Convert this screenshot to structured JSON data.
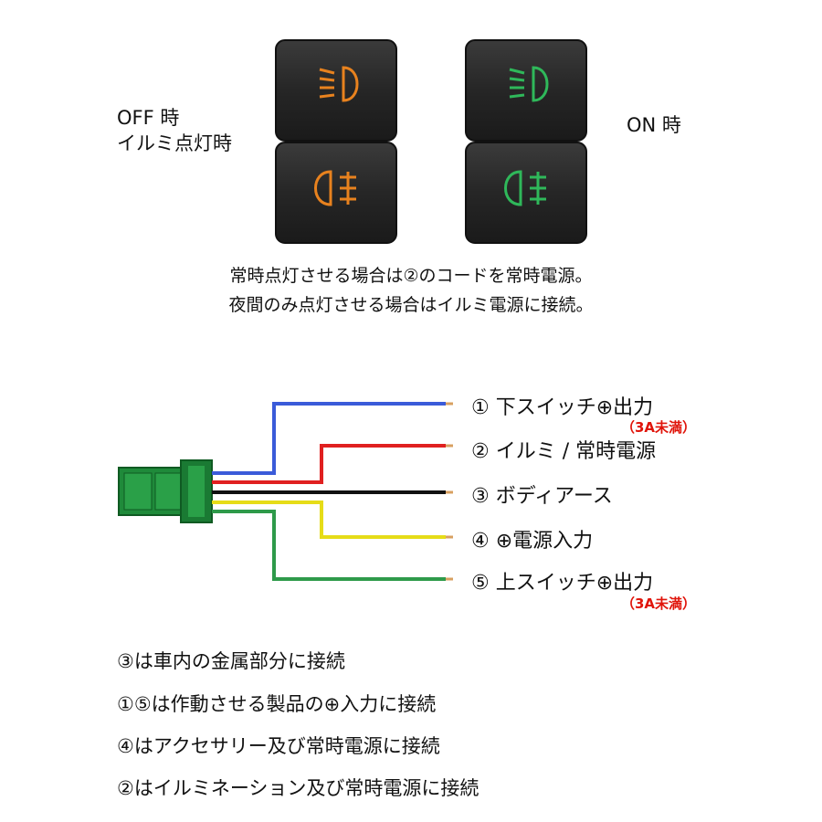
{
  "switch_panel": {
    "off_label_line1": "OFF 時",
    "off_label_line2": "イルミ点灯時",
    "on_label": "ON 時",
    "off_icon_color": "#e8821e",
    "on_icon_color": "#2fb85a",
    "icons": [
      "fog-light-icon",
      "rear-fog-light-icon"
    ]
  },
  "notes": {
    "line1": "常時点灯させる場合は②のコードを常時電源。",
    "line2": "夜間のみ点灯させる場合はイルミ電源に接続。"
  },
  "wiring": {
    "connector_color": "#1f8a3a",
    "wires": [
      {
        "label": "① 下スイッチ⊕出力",
        "sub": "（3A未満）",
        "color": "#3a5bd9"
      },
      {
        "label": "② イルミ / 常時電源",
        "sub": "",
        "color": "#e02020"
      },
      {
        "label": "③ ボディアース",
        "sub": "",
        "color": "#111111"
      },
      {
        "label": "④ ⊕電源入力",
        "sub": "",
        "color": "#e6dc18"
      },
      {
        "label": "⑤ 上スイッチ⊕出力",
        "sub": "（3A未満）",
        "color": "#2e9a4a"
      }
    ]
  },
  "instructions": [
    "③は車内の金属部分に接続",
    "①⑤は作動させる製品の⊕入力に接続",
    "④はアクセサリー及び常時電源に接続",
    "②はイルミネーション及び常時電源に接続"
  ]
}
